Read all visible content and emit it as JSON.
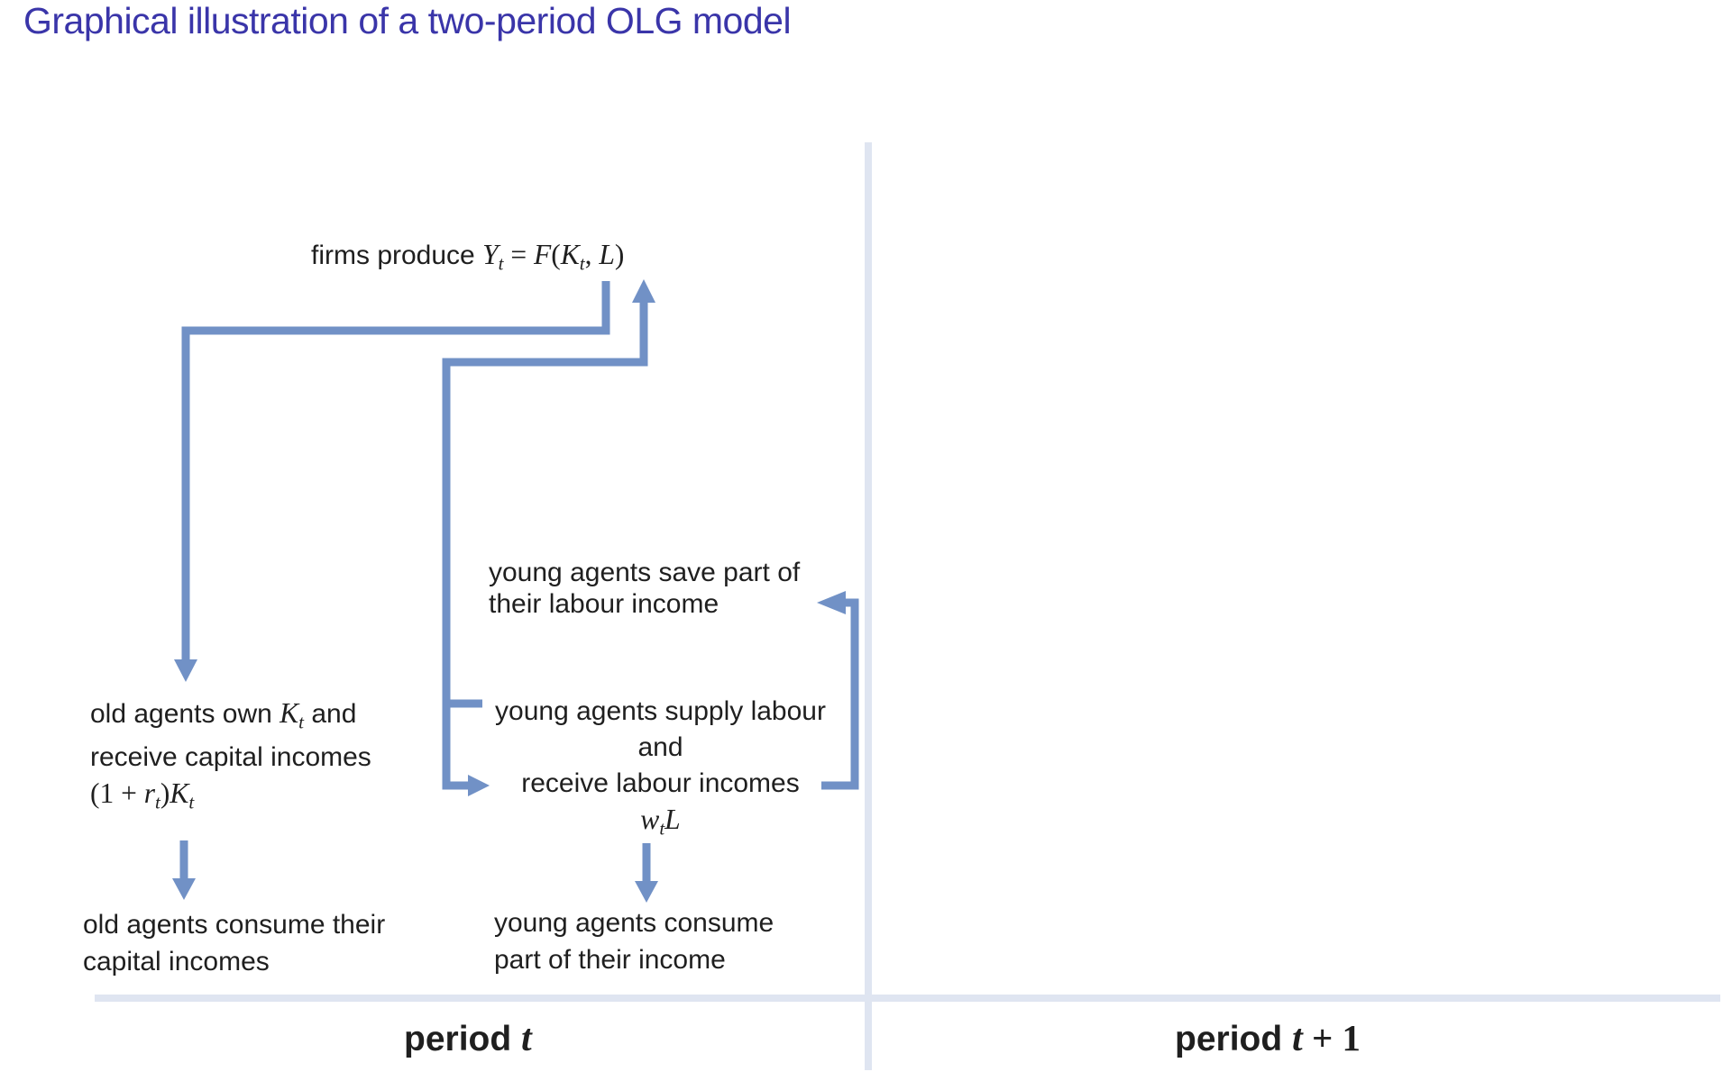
{
  "title": "Graphical illustration of a two-period OLG model",
  "colors": {
    "title": "#3a35a9",
    "text": "#1f1f1f",
    "arrow": "#7191c6",
    "divider": "#dfe5f1"
  },
  "nodes": {
    "firms_produce": {
      "runs": [
        [
          "sans",
          "firms produce "
        ],
        [
          "it",
          "Y"
        ],
        [
          "sub",
          "t"
        ],
        [
          "rm",
          " = "
        ],
        [
          "it",
          "F"
        ],
        [
          "rm",
          "("
        ],
        [
          "it",
          "K"
        ],
        [
          "sub",
          "t"
        ],
        [
          "rm",
          ", "
        ],
        [
          "it",
          "L"
        ],
        [
          "rm",
          ")"
        ]
      ]
    },
    "old_agents_own": {
      "line1": [
        [
          "sans",
          "old agents own "
        ],
        [
          "it",
          "K"
        ],
        [
          "sub",
          "t"
        ],
        [
          "sans",
          " and"
        ]
      ],
      "line2": "receive capital incomes",
      "line3": [
        [
          "rm",
          "(1 + "
        ],
        [
          "it",
          "r"
        ],
        [
          "sub",
          "t"
        ],
        [
          "rm",
          ")"
        ],
        [
          "it",
          "K"
        ],
        [
          "sub",
          "t"
        ]
      ]
    },
    "young_agents_save": {
      "line1": "young agents save part of",
      "line2": "their labour income"
    },
    "young_agents_supply": {
      "line1": "young agents supply labour",
      "line2": "and",
      "line3": "receive labour incomes",
      "line4": [
        [
          "it",
          "w"
        ],
        [
          "sub",
          "t"
        ],
        [
          "it",
          "L"
        ]
      ]
    },
    "old_agents_consume": {
      "line1": "old agents consume their",
      "line2": "capital incomes"
    },
    "young_agents_consume": {
      "line1": "young agents consume",
      "line2": "part of their income"
    }
  },
  "axis": {
    "period_t": [
      [
        "bsans",
        "period "
      ],
      [
        "bit",
        "t"
      ]
    ],
    "period_t_plus_1": [
      [
        "bsans",
        "period "
      ],
      [
        "bit",
        "t"
      ],
      [
        "brm",
        " + 1"
      ]
    ]
  }
}
